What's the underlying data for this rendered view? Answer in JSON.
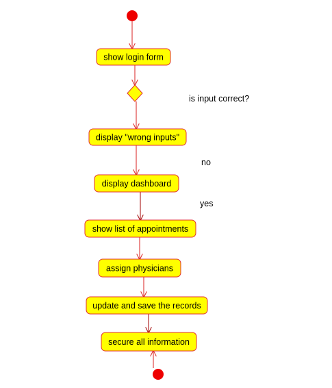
{
  "diagram": {
    "actions": [
      {
        "id": "a1",
        "label": "show login form"
      },
      {
        "id": "a2",
        "label": "display \"wrong inputs\""
      },
      {
        "id": "a3",
        "label": "display dashboard"
      },
      {
        "id": "a4",
        "label": "show list of appointments"
      },
      {
        "id": "a5",
        "label": "assign physicians"
      },
      {
        "id": "a6",
        "label": "update and save the records"
      },
      {
        "id": "a7",
        "label": "secure all information"
      }
    ],
    "decision_question": "is input correct?",
    "branch_no": "no",
    "branch_yes": "yes",
    "colors": {
      "node_fill": "#ffff00",
      "node_border": "#e03030",
      "start_end": "#ee0000",
      "arrow": "#dd3333"
    }
  }
}
